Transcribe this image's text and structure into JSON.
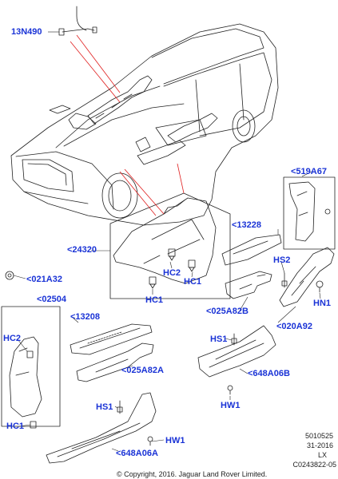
{
  "callouts": {
    "c13N490": "13N490",
    "c519A67": "<519A67",
    "c13228": "<13228",
    "c24320": "<24320",
    "cHC2_mid": "HC2",
    "cHC1_mid": "HC1",
    "cHC1_low": "HC1",
    "cHS2": "HS2",
    "cHN1": "HN1",
    "c021A32": "<021A32",
    "c02504": "<02504",
    "c025A82B": "<025A82B",
    "c020A92": "<020A92",
    "c13208": "<13208",
    "cHC2_left": "HC2",
    "cHS1_right": "HS1",
    "c025A82A": "<025A82A",
    "c648A06B": "<648A06B",
    "cHW1_right": "HW1",
    "cHC1_left": "HC1",
    "cHS1_left": "HS1",
    "cHW1_left": "HW1",
    "c648A06A": "<648A06A"
  },
  "footer": {
    "ref_number": "5010525",
    "date_code": "31-2016",
    "model_code": "LX",
    "image_code": "C0243822-05",
    "copyright": "© Copyright, 2016. Jaguar Land Rover Limited."
  },
  "colors": {
    "callout": "#1a33d6",
    "leader_red": "#e02020",
    "line": "#222222"
  }
}
